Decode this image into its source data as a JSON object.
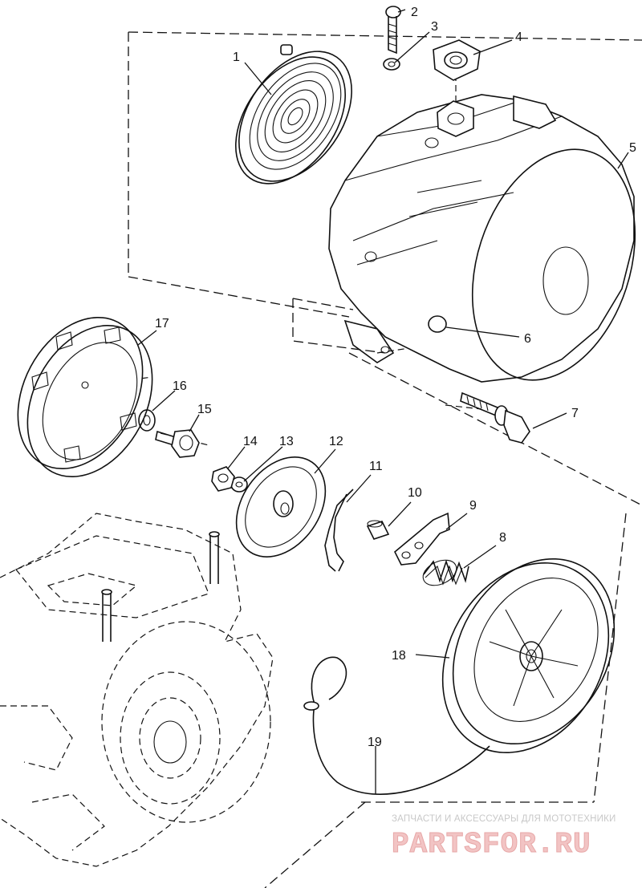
{
  "diagram": {
    "callouts": [
      "1",
      "2",
      "3",
      "4",
      "5",
      "6",
      "7",
      "8",
      "9",
      "10",
      "11",
      "12",
      "13",
      "14",
      "15",
      "16",
      "17",
      "18",
      "19"
    ]
  },
  "watermark": {
    "tagline": "ЗАПЧАСТИ И АКСЕССУАРЫ ДЛЯ МОТОТЕХНИКИ",
    "brand": "PARTSFOR.RU",
    "color": "#e7a7a7"
  }
}
